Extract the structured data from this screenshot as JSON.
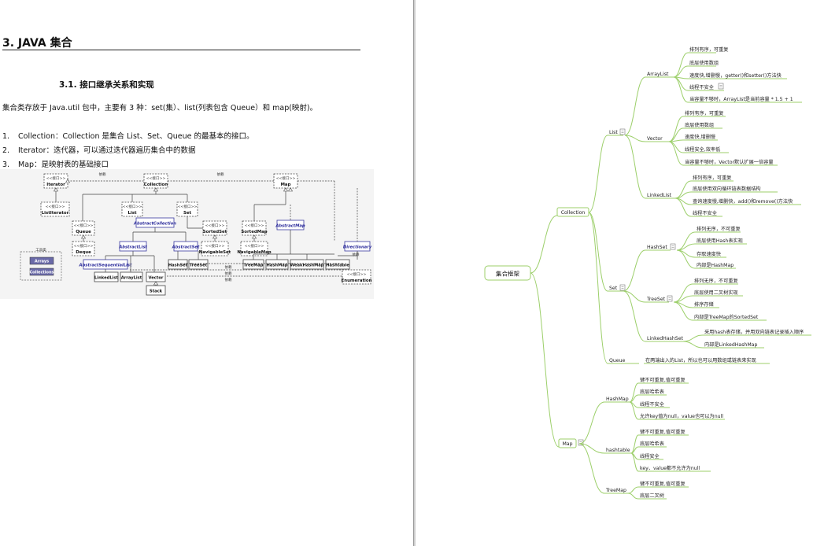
{
  "left_page": {
    "heading": "3. JAVA 集合",
    "subheading": "3.1. 接口继承关系和实现",
    "intro": "集合类存放于 Java.util 包中，主要有 3 种：set(集）、list(列表包含 Queue）和 map(映射)。",
    "list": [
      {
        "num": "1.",
        "text": "Collection：Collection 是集合 List、Set、Queue 的最基本的接口。"
      },
      {
        "num": "2.",
        "text": "Iterator：迭代器，可以通过迭代器遍历集合中的数据"
      },
      {
        "num": "3.",
        "text": "Map：是映射表的基础接口"
      }
    ],
    "uml": {
      "interface_tag": "<<接口>>",
      "depends": "依赖",
      "toolbox": "工具类",
      "interfaces": [
        "Iterator",
        "Collection",
        "Map",
        "ListIterator",
        "List",
        "Set",
        "Queue",
        "SortedSet",
        "SortedMap",
        "Deque",
        "NavigableSet",
        "NavigableMap",
        "Enumeration"
      ],
      "abstracts": [
        "AbstractCollection",
        "AbstractMap",
        "AbstractList",
        "AbstractSet",
        "AbstractSequentialList",
        "Directionary"
      ],
      "classes": [
        "HashSet",
        "TreeSet",
        "TreeMap",
        "HashMap",
        "WeakHashMap",
        "Hashtable",
        "LinkedList",
        "ArrayList",
        "Vector",
        "Stack"
      ],
      "tools": [
        "Arrays",
        "Collections"
      ]
    }
  },
  "mindmap": {
    "root": "集合框架",
    "collection": "Collection",
    "list": "List",
    "set": "Set",
    "queue": "Queue",
    "queue_note": "在两端出入的List，所以也可以用数组或链表来实现",
    "map": "Map",
    "arraylist": {
      "label": "ArrayList",
      "items": [
        "排列有序，可重复",
        "底层使用数组",
        "速度快,增删慢，getter()和setter()方法快",
        "线程不安全",
        "当容量不够时，ArrayList是当前容量 * 1.5 + 1"
      ]
    },
    "vector": {
      "label": "Vector",
      "items": [
        "排列有序，可重复",
        "底层使用数组",
        "速度快,增删慢",
        "线程安全,效率低",
        "当容量不够时，Vector默认扩展一倍容量"
      ]
    },
    "linkedlist": {
      "label": "LinkedList",
      "items": [
        "排列有序，可重复",
        "底层使用双向循环链表数据结构",
        "查询速度慢,增删快，add()和remove()方法快",
        "线程不安全"
      ]
    },
    "hashset": {
      "label": "HashSet",
      "items": [
        "排列无序，不可重复",
        "底层使用Hash表实现",
        "存取速度快",
        "内部是HashMap"
      ]
    },
    "treeset": {
      "label": "TreeSet",
      "items": [
        "排列无序，不可重复",
        "底层使用二叉树实现",
        "排序存储",
        "内部是TreeMap的SortedSet"
      ]
    },
    "linkedhashset": {
      "label": "LinkedHashSet",
      "items": [
        "采用hash表存储，并用双向链表记录插入顺序",
        "内部是LinkedHashMap"
      ]
    },
    "hashmap": {
      "label": "HashMap",
      "items": [
        "键不可重复,值可重复",
        "底层哈希表",
        "线程不安全",
        "允许key值为null，value也可以为null"
      ]
    },
    "hashtable": {
      "label": "hashtable",
      "items": [
        "键不可重复,值可重复",
        "底层哈希表",
        "线程安全",
        "key、value都不允许为null"
      ]
    },
    "treemap": {
      "label": "TreeMap",
      "items": [
        "键不可重复,值可重复",
        "底层二叉树"
      ]
    }
  }
}
